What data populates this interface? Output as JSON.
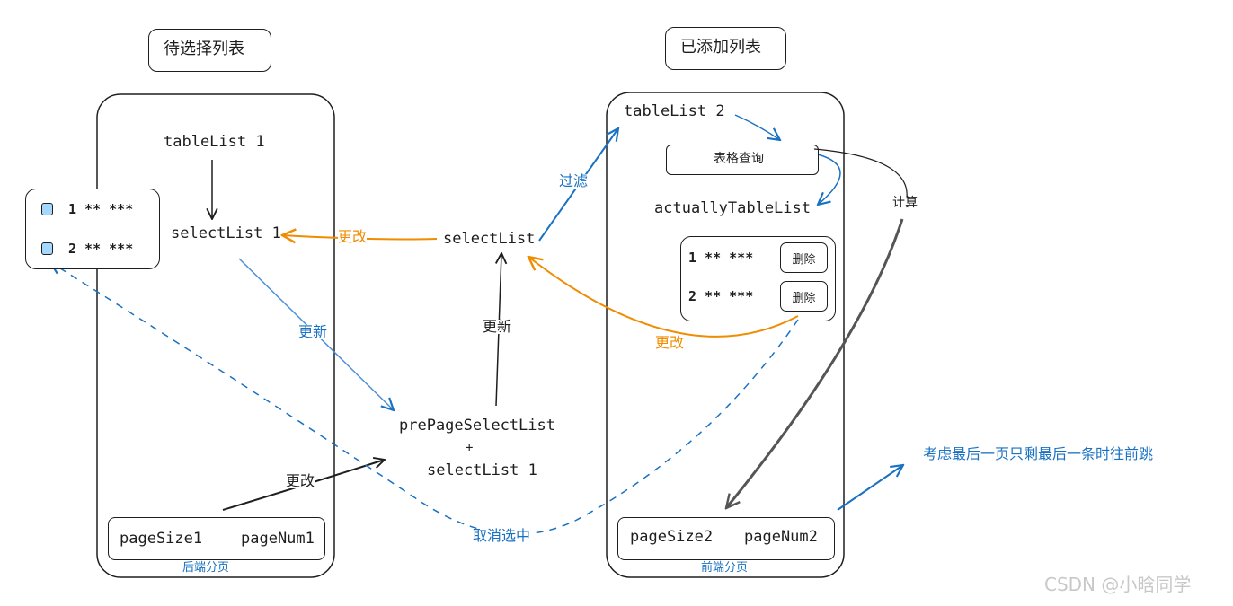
{
  "left_panel": {
    "title": "待选择列表",
    "table_list": "tableList 1",
    "select_list": "selectList 1",
    "popup_items": [
      "1 ** ***",
      "2 ** ***"
    ],
    "page_size": "pageSize1",
    "page_num": "pageNum1",
    "caption": "后端分页"
  },
  "right_panel": {
    "title": "已添加列表",
    "table_list": "tableList 2",
    "query_button": "表格查询",
    "actual_list": "actuallyTableList",
    "items": [
      {
        "text": "1 ** ***",
        "action": "删除"
      },
      {
        "text": "2 ** ***",
        "action": "删除"
      }
    ],
    "page_size": "pageSize2",
    "page_num": "pageNum2",
    "caption": "前端分页"
  },
  "middle": {
    "select_list": "selectList",
    "pre_page_line1": "prePageSelectList",
    "pre_page_plus": "+",
    "pre_page_line2": "selectList 1"
  },
  "edge_labels": {
    "change_top": "更改",
    "filter": "过滤",
    "update_left": "更新",
    "update_mid": "更新",
    "change_right": "更改",
    "change_bottom": "更改",
    "cancel_select": "取消选中",
    "compute": "计算",
    "note": "考虑最后一页只剩最后一条时往前跳"
  },
  "watermark": "CSDN @小晗同学",
  "colors": {
    "stroke": "#1e1e1e",
    "blue": "#1971c2",
    "orange": "#f08c00",
    "checkbox_fill": "#a5d8ff"
  }
}
